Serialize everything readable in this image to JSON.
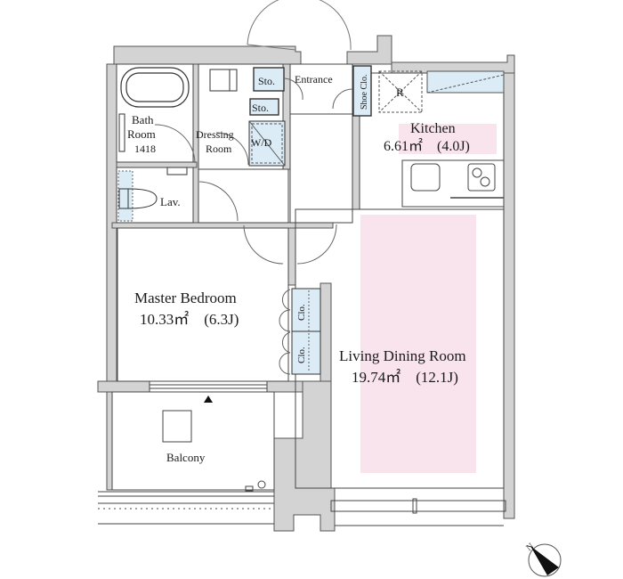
{
  "colors": {
    "wall": "#d3d3d3",
    "line": "#1a1a1a",
    "thin": "#7a7a7a",
    "storage_fill": "#dcecf6",
    "highlight_fill": "#f9e4ee",
    "background": "#ffffff"
  },
  "rooms": {
    "bath": {
      "name_line1": "Bath",
      "name_line2": "Room",
      "size": "1418"
    },
    "dressing": {
      "name_line1": "Dressing",
      "name_line2": "Room"
    },
    "washer": {
      "label": "W/D"
    },
    "storage1": {
      "label": "Sto."
    },
    "storage2": {
      "label": "Sto."
    },
    "entrance": {
      "label": "Entrance"
    },
    "shoe_closet": {
      "label": "Shoe Clo."
    },
    "refrigerator": {
      "label": "R"
    },
    "kitchen": {
      "name": "Kitchen",
      "area": "6.61㎡　(4.0J)"
    },
    "lavatory": {
      "label": "Lav."
    },
    "master_bedroom": {
      "name": "Master Bedroom",
      "area": "10.33㎡　(6.3J)"
    },
    "closet1": {
      "label": "Clo."
    },
    "closet2": {
      "label": "Clo."
    },
    "living_dining": {
      "name": "Living Dining Room",
      "area": "19.74㎡　(12.1J)"
    },
    "balcony": {
      "name": "Balcony"
    }
  },
  "compass": {
    "label": "N",
    "icon": "north-arrow-icon"
  }
}
